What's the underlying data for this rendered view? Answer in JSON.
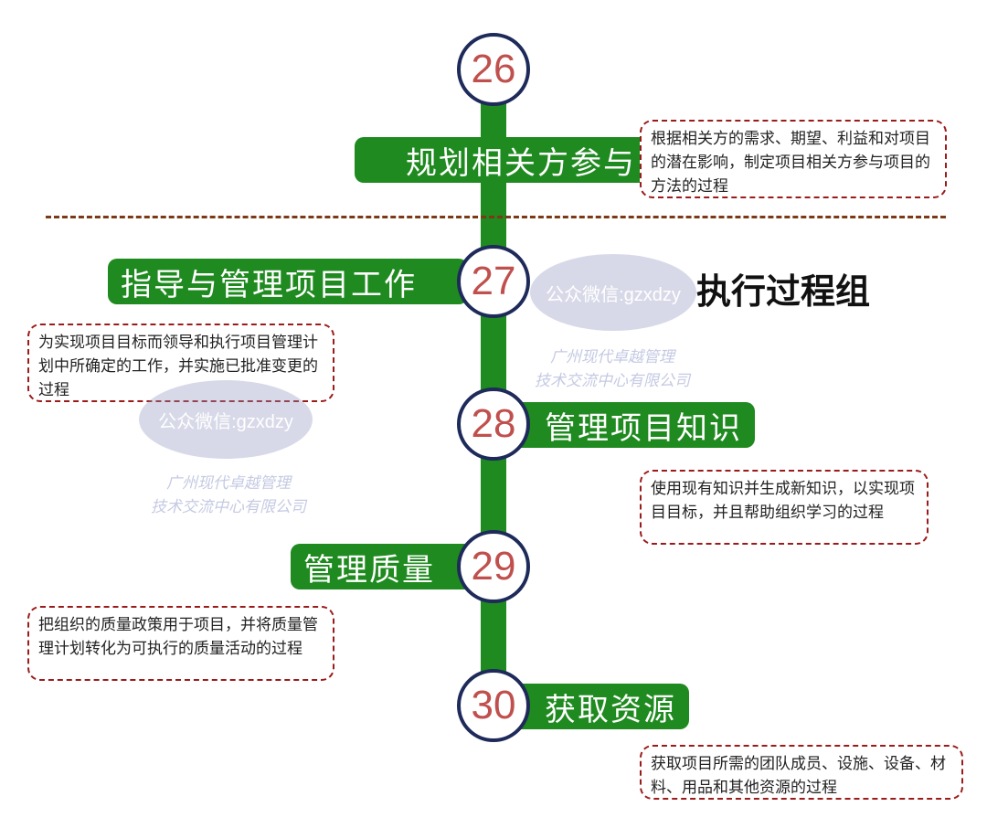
{
  "group_title": "执行过程组",
  "watermark": {
    "wechat": "公众微信:gzxdzy",
    "company_line1": "广州现代卓越管理",
    "company_line2": "技术交流中心有限公司"
  },
  "steps": [
    {
      "number": "26",
      "title": "规划相关方参与",
      "desc": "根据相关方的需求、期望、利益和对项目的潜在影响，制定项目相关方参与项目的方法的过程"
    },
    {
      "number": "27",
      "title": "指导与管理项目工作",
      "desc": "为实现项目目标而领导和执行项目管理计划中所确定的工作，并实施已批准变更的过程"
    },
    {
      "number": "28",
      "title": "管理项目知识",
      "desc": "使用现有知识并生成新知识，以实现项目目标，并且帮助组织学习的过程"
    },
    {
      "number": "29",
      "title": "管理质量",
      "desc": "把组织的质量政策用于项目，并将质量管理计划转化为可执行的质量活动的过程"
    },
    {
      "number": "30",
      "title": "获取资源",
      "desc": "获取项目所需的团队成员、设施、设备、材料、用品和其他资源的过程"
    }
  ]
}
